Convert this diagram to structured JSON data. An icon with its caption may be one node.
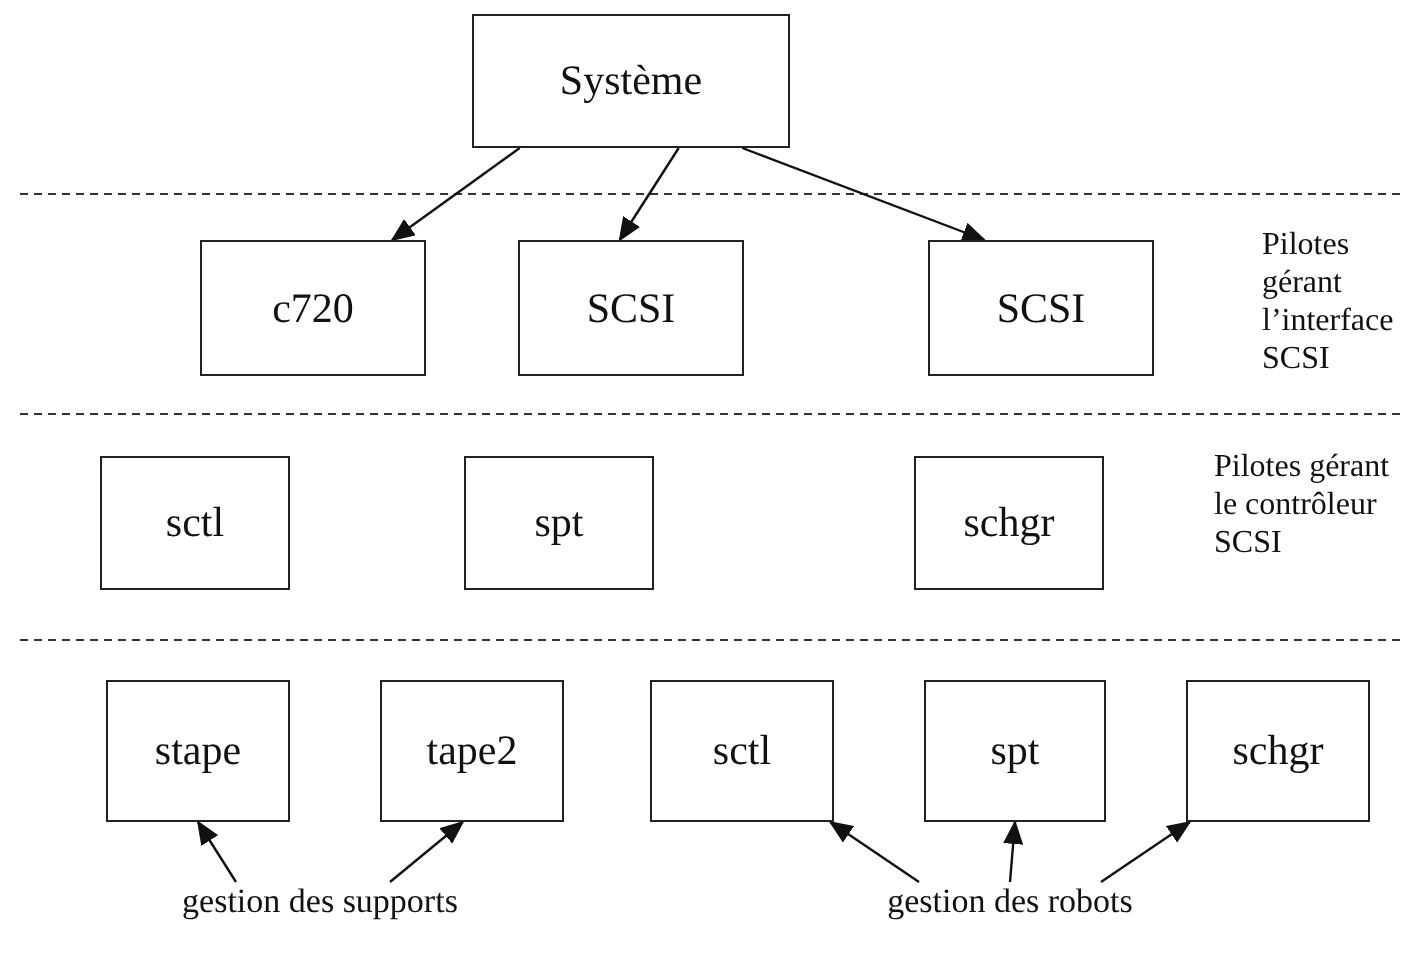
{
  "diagram": {
    "nodes": [
      {
        "text": [
          "Système"
        ]
      },
      {
        "text": [
          "c720"
        ]
      },
      {
        "text": [
          "SCSI"
        ]
      },
      {
        "text": [
          "SCSI"
        ]
      },
      {
        "text": [
          "sctl"
        ]
      },
      {
        "text": [
          "spt"
        ]
      },
      {
        "text": [
          "schgr"
        ]
      },
      {
        "text": [
          "stape"
        ]
      },
      {
        "text": [
          "tape2"
        ]
      },
      {
        "text": [
          "sctl"
        ]
      },
      {
        "text": [
          "spt"
        ]
      },
      {
        "text": [
          "schgr"
        ]
      },
      {
        "text": [
          "gestion des supports"
        ]
      },
      {
        "text": [
          "gestion des robots"
        ]
      }
    ],
    "edges": [
      {
        "from": 0,
        "to": 1,
        "arrow": "to"
      },
      {
        "from": 0,
        "to": 2,
        "arrow": "to"
      },
      {
        "from": 0,
        "to": 3,
        "arrow": "to"
      },
      {
        "from": 12,
        "to": 7,
        "arrow": "to"
      },
      {
        "from": 12,
        "to": 8,
        "arrow": "to"
      },
      {
        "from": 13,
        "to": 9,
        "arrow": "to"
      },
      {
        "from": 13,
        "to": 10,
        "arrow": "to"
      },
      {
        "from": 13,
        "to": 11,
        "arrow": "to"
      }
    ],
    "labels": [
      "Pilotes gérant l’interface SCSI",
      "Pilotes gérant le contrôleur SCSI"
    ]
  }
}
